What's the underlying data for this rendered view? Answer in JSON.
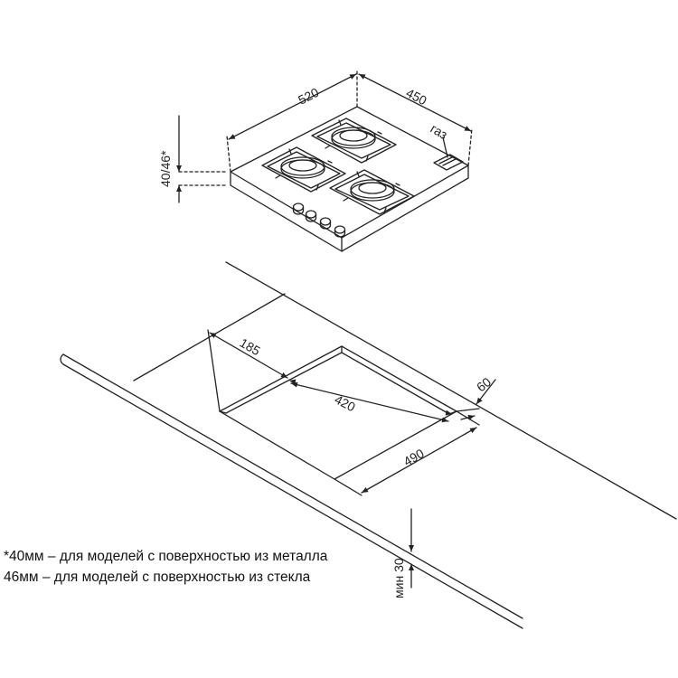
{
  "hob": {
    "width_label": "520",
    "depth_label": "450",
    "height_label": "40/46*",
    "gas_label": "газ"
  },
  "cutout": {
    "offset_label": "185",
    "width_label": "420",
    "depth_label": "490",
    "edge_offset_label": "60",
    "min_thickness_label": "мин 30"
  },
  "notes": {
    "line1": "*40мм – для моделей с поверхностью из металла",
    "line2": "46мм – для моделей с поверхностью из стекла"
  },
  "colors": {
    "line": "#222222",
    "background": "#ffffff"
  }
}
